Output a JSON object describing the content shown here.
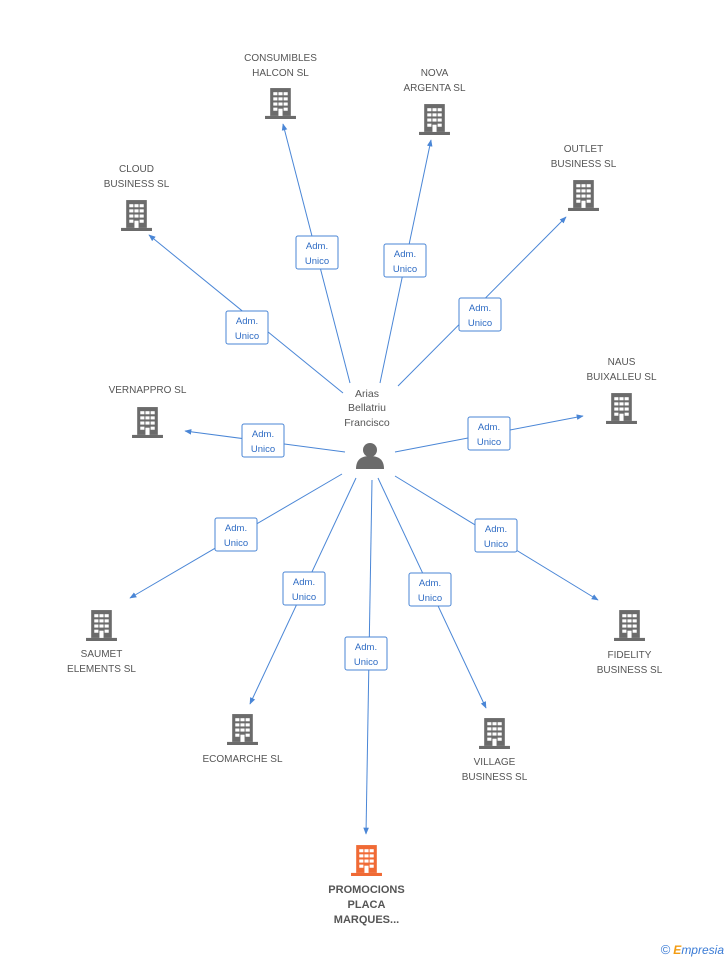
{
  "person": {
    "name_lines": [
      "Arias",
      "Bellatriu",
      "Francisco"
    ],
    "icon": "person-icon"
  },
  "colors": {
    "edge": "#4a86d6",
    "building": "#6b6b6b",
    "building_highlight": "#f06a35",
    "relation_text": "#2f6cc4",
    "label": "#555555"
  },
  "relation_label_lines": [
    "Adm.",
    "Unico"
  ],
  "companies": [
    {
      "id": "consumibles",
      "label_lines": [
        "CONSUMIBLES",
        "HALCON SL"
      ],
      "highlight": false
    },
    {
      "id": "nova",
      "label_lines": [
        "NOVA",
        "ARGENTA SL"
      ],
      "highlight": false
    },
    {
      "id": "outlet",
      "label_lines": [
        "OUTLET",
        "BUSINESS  SL"
      ],
      "highlight": false
    },
    {
      "id": "cloud",
      "label_lines": [
        "CLOUD",
        "BUSINESS SL"
      ],
      "highlight": false
    },
    {
      "id": "naus",
      "label_lines": [
        "NAUS",
        "BUIXALLEU SL"
      ],
      "highlight": false
    },
    {
      "id": "vernappro",
      "label_lines": [
        "VERNAPPRO  SL"
      ],
      "highlight": false
    },
    {
      "id": "saumet",
      "label_lines": [
        "SAUMET",
        "ELEMENTS SL"
      ],
      "highlight": false
    },
    {
      "id": "fidelity",
      "label_lines": [
        "FIDELITY",
        "BUSINESS SL"
      ],
      "highlight": false
    },
    {
      "id": "ecomarche",
      "label_lines": [
        "ECOMARCHE  SL"
      ],
      "highlight": false
    },
    {
      "id": "village",
      "label_lines": [
        "VILLAGE",
        "BUSINESS SL"
      ],
      "highlight": false
    },
    {
      "id": "promocions",
      "label_lines": [
        "PROMOCIONS",
        "PLACA",
        "MARQUES..."
      ],
      "highlight": true
    }
  ],
  "footer": {
    "copyright_symbol": "©",
    "brand_initial": "E",
    "brand_rest": "mpresia"
  }
}
